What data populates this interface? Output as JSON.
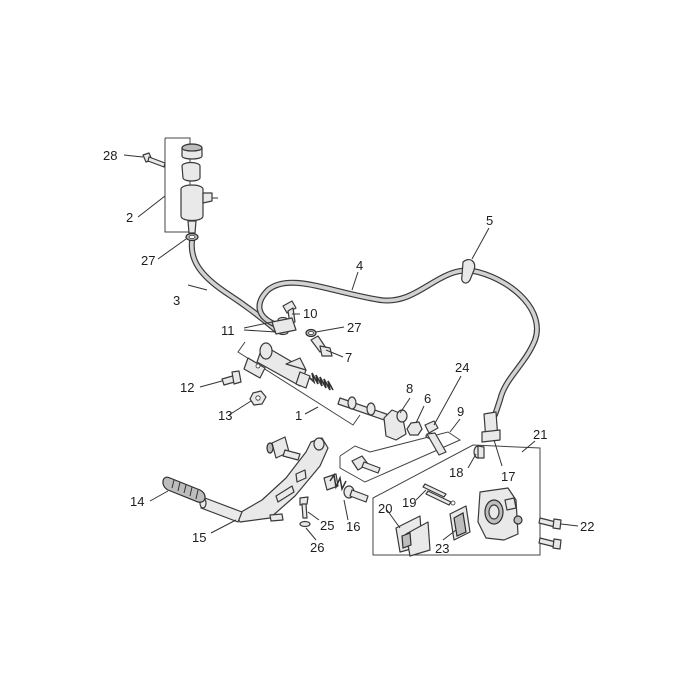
{
  "callouts": {
    "c1": "1",
    "c2": "2",
    "c3": "3",
    "c4": "4",
    "c5": "5",
    "c6": "6",
    "c7": "7",
    "c8": "8",
    "c9": "9",
    "c10": "10",
    "c11": "11",
    "c12": "12",
    "c13": "13",
    "c14": "14",
    "c15": "15",
    "c16": "16",
    "c17": "17",
    "c18": "18",
    "c19": "19",
    "c20": "20",
    "c21": "21",
    "c22": "22",
    "c23": "23",
    "c24": "24",
    "c25": "25",
    "c26": "26",
    "c27a": "27",
    "c27b": "27",
    "c28": "28"
  },
  "colors": {
    "line": "#3a3a3a",
    "fill": "#e9e9e9",
    "background": "#ffffff"
  }
}
